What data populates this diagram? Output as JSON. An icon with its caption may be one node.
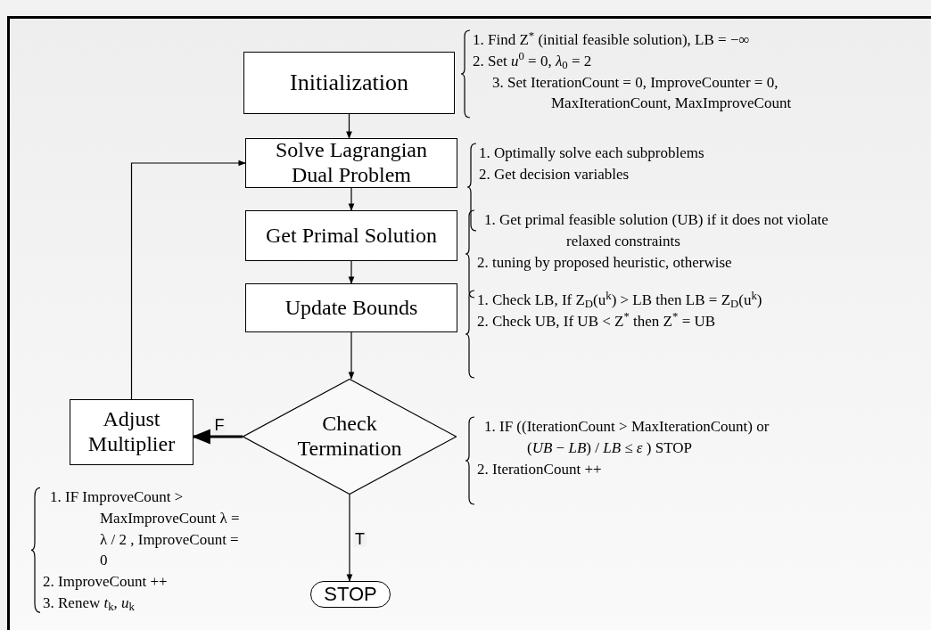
{
  "diagram": {
    "nodes": [
      {
        "text": [
          "Initialization"
        ],
        "beside": [
          "1. Find Z$^{*}$ (initial feasible solution), LB = −∞",
          "2. Set *u*$^{0}$ = 0, *λ*$_{0}$ = 2",
          "3. Set IterationCount = 0, ImproveCounter = 0, MaxIterationCount, MaxImproveCount"
        ]
      },
      {
        "text": [
          "Solve Lagrangian Dual Problem"
        ],
        "beside": [
          "1. Optimally solve each subproblems",
          "2. Get decision variables"
        ]
      },
      {
        "text": [
          "Get Primal Solution"
        ],
        "beside": [
          "1. Get primal feasible solution (UB) if it does not violate relaxed constraints",
          "2. tuning by proposed heuristic, otherwise"
        ]
      },
      {
        "text": [
          "Update Bounds"
        ],
        "beside": [
          "1. Check LB, If Z$_{D}$(u$^{k}$) > LB then LB = Z$_{D}$(u$^{k}$)",
          "2. Check UB, If UB < Z$^{*}$ then Z$^{*}$ = UB"
        ]
      },
      {
        "text": [
          "Check Termination"
        ],
        "beside": [
          "1. IF ((IterationCount > MaxIterationCount) or (*UB* − *LB*) / *LB* ≤ *ε* ) STOP",
          "2. IterationCount ++"
        ]
      },
      {
        "text": [
          "Adjust Multiplier"
        ],
        "beside": [
          "1. IF ImproveCount > MaxImproveCount λ = λ / 2 , ImproveCount = 0",
          "2. ImproveCount ++",
          "3. Renew *t*$_{k}$, *u*$_{k}$"
        ]
      },
      {
        "text": [
          "STOP"
        ]
      }
    ],
    "edges": [
      {
        "from": 0,
        "to": 1,
        "arrow": "to"
      },
      {
        "from": 1,
        "to": 2,
        "arrow": "to"
      },
      {
        "from": 2,
        "to": 3,
        "arrow": "to"
      },
      {
        "from": 3,
        "to": 4,
        "arrow": "to"
      },
      {
        "from": 4,
        "to": 5,
        "arrow": "to",
        "label": "F",
        "style": "thick"
      },
      {
        "from": 4,
        "to": 6,
        "arrow": "to",
        "label": "T"
      },
      {
        "from": 5,
        "to": 1,
        "arrow": "to"
      }
    ]
  }
}
